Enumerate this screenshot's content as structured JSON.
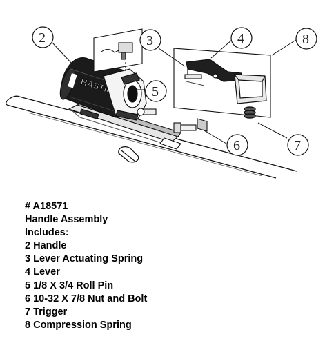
{
  "diagram": {
    "brand_label": "HASTINGS",
    "callouts": [
      "2",
      "3",
      "4",
      "5",
      "6",
      "7",
      "8"
    ]
  },
  "parts_info": {
    "part_number": "# A18571",
    "title": "Handle Assembly",
    "includes_label": "Includes:",
    "items": [
      "2 Handle",
      "3 Lever Actuating Spring",
      "4 Lever",
      "5 1/8 X 3/4 Roll Pin",
      "6 10-32 X 7/8 Nut and Bolt",
      "7 Trigger",
      "8 Compression Spring"
    ]
  }
}
